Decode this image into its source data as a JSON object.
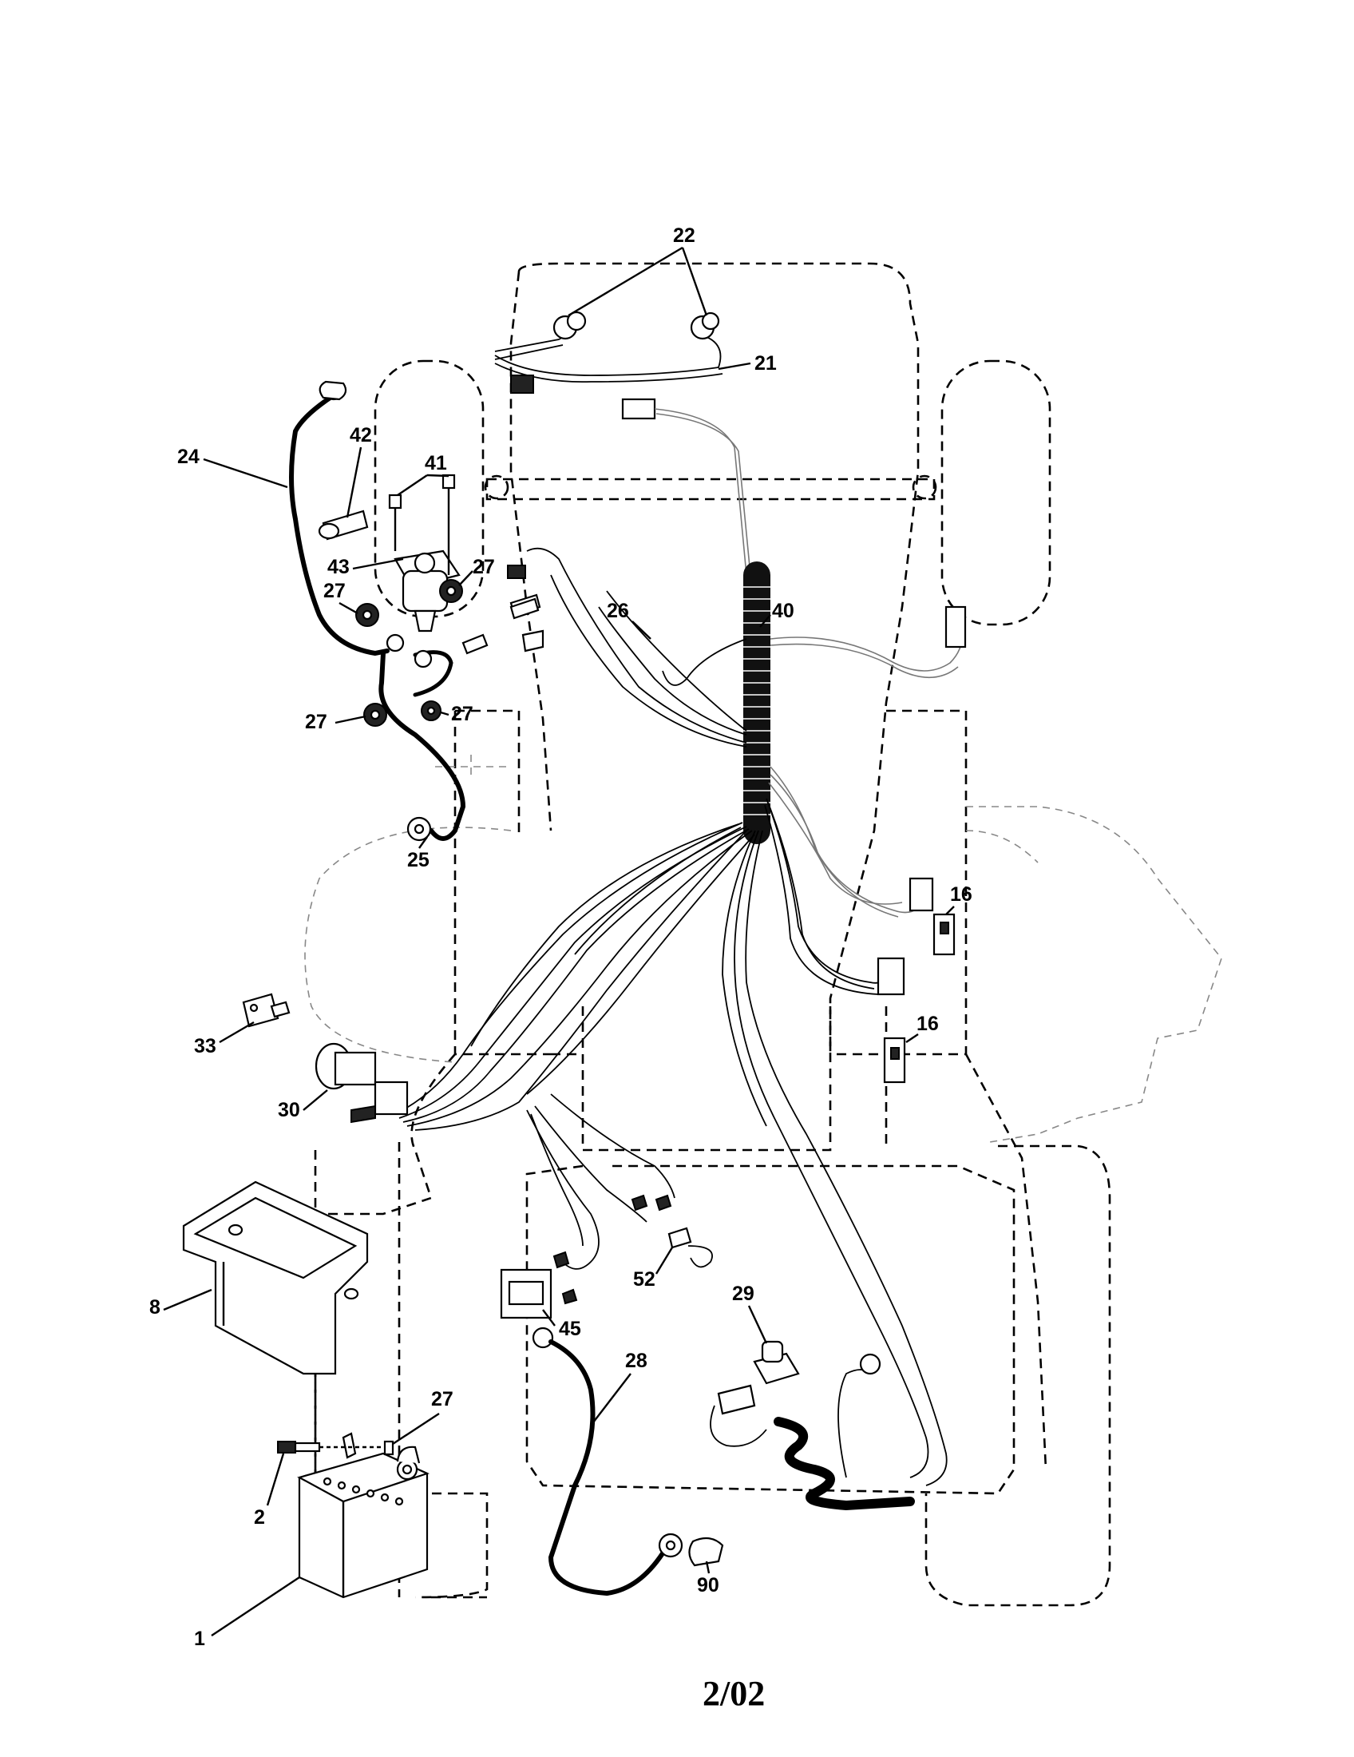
{
  "diagram": {
    "callouts": [
      "22",
      "21",
      "24",
      "42",
      "41",
      "43",
      "27",
      "27",
      "27",
      "27",
      "26",
      "40",
      "25",
      "16",
      "16",
      "33",
      "30",
      "8",
      "52",
      "45",
      "29",
      "28",
      "27",
      "2",
      "90",
      "1"
    ]
  },
  "footer": {
    "date_code": "2/02"
  }
}
